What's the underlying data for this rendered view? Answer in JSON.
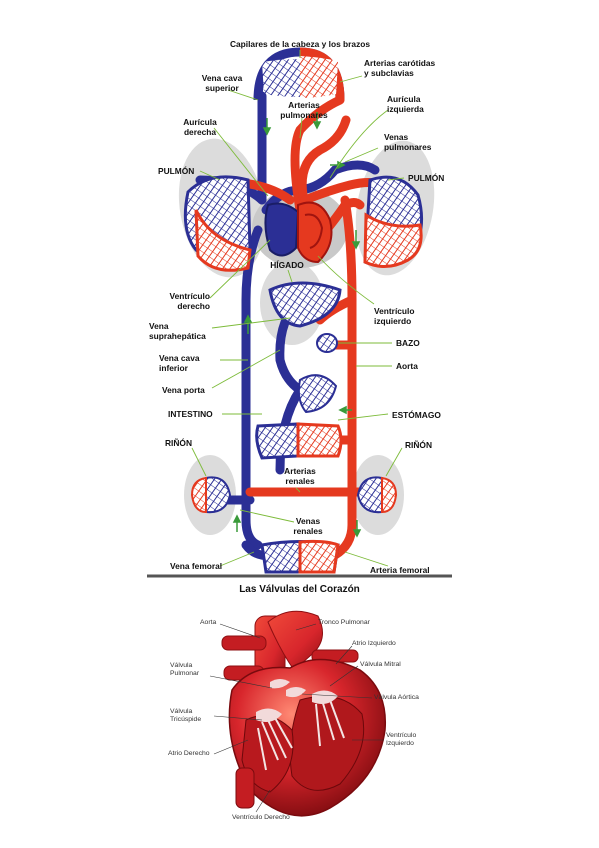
{
  "circulation": {
    "labels": {
      "capilares": "Capilares de la cabeza y los brazos",
      "arterias_carotidas": "Arterias carótidas\ny subclavias",
      "vena_cava_superior": "Vena cava\nsuperior",
      "arterias_pulmonares": "Arterias\npulmonares",
      "auricula_izquierda": "Aurícula\nizquierda",
      "auricula_derecha": "Aurícula\nderecha",
      "venas_pulmonares": "Venas\npulmonares",
      "pulmon_left": "PULMÓN",
      "pulmon_right": "PULMÓN",
      "higado": "HÍGADO",
      "ventriculo_derecho": "Ventrículo\nderecho",
      "ventriculo_izquierdo": "Ventrículo\nizquierdo",
      "vena_suprahepatica": "Vena\nsuprahepática",
      "bazo": "BAZO",
      "vena_cava_inferior": "Vena cava\ninferior",
      "aorta": "Aorta",
      "vena_porta": "Vena porta",
      "intestino": "INTESTINO",
      "estomago": "ESTÓMAGO",
      "rinon_left": "RIÑÓN",
      "rinon_right": "RIÑÓN",
      "arterias_renales": "Arterias\nrenales",
      "venas_renales": "Venas\nrenales",
      "vena_femoral": "Vena femoral",
      "arteria_femoral": "Arteria femoral"
    }
  },
  "valves": {
    "title": "Las Válvulas del Corazón",
    "labels": {
      "aorta": "Aorta",
      "tronco_pulmonar": "Tronco Pulmonar",
      "atrio_izquierdo": "Atrio Izquierdo",
      "valvula_mitral": "Válvula Mitral",
      "valvula_pulmonar": "Válvula\nPulmonar",
      "valvula_aortica": "Válvula Aórtica",
      "valvula_tricuspide": "Válvula\nTricúspide",
      "ventriculo_izquierdo": "Ventrículo\nIzquierdo",
      "atrio_derecho": "Atrio Derecho",
      "ventriculo_derecho": "Ventrículo Derecho"
    }
  },
  "colors": {
    "artery": "#e5391f",
    "vein": "#2b2f95",
    "organ_shadow": "#d9d9d9",
    "heart": "#d8262c",
    "heart_dark": "#9b1014",
    "arrow": "#3a9a3a",
    "leader": "#7dbb3a"
  }
}
